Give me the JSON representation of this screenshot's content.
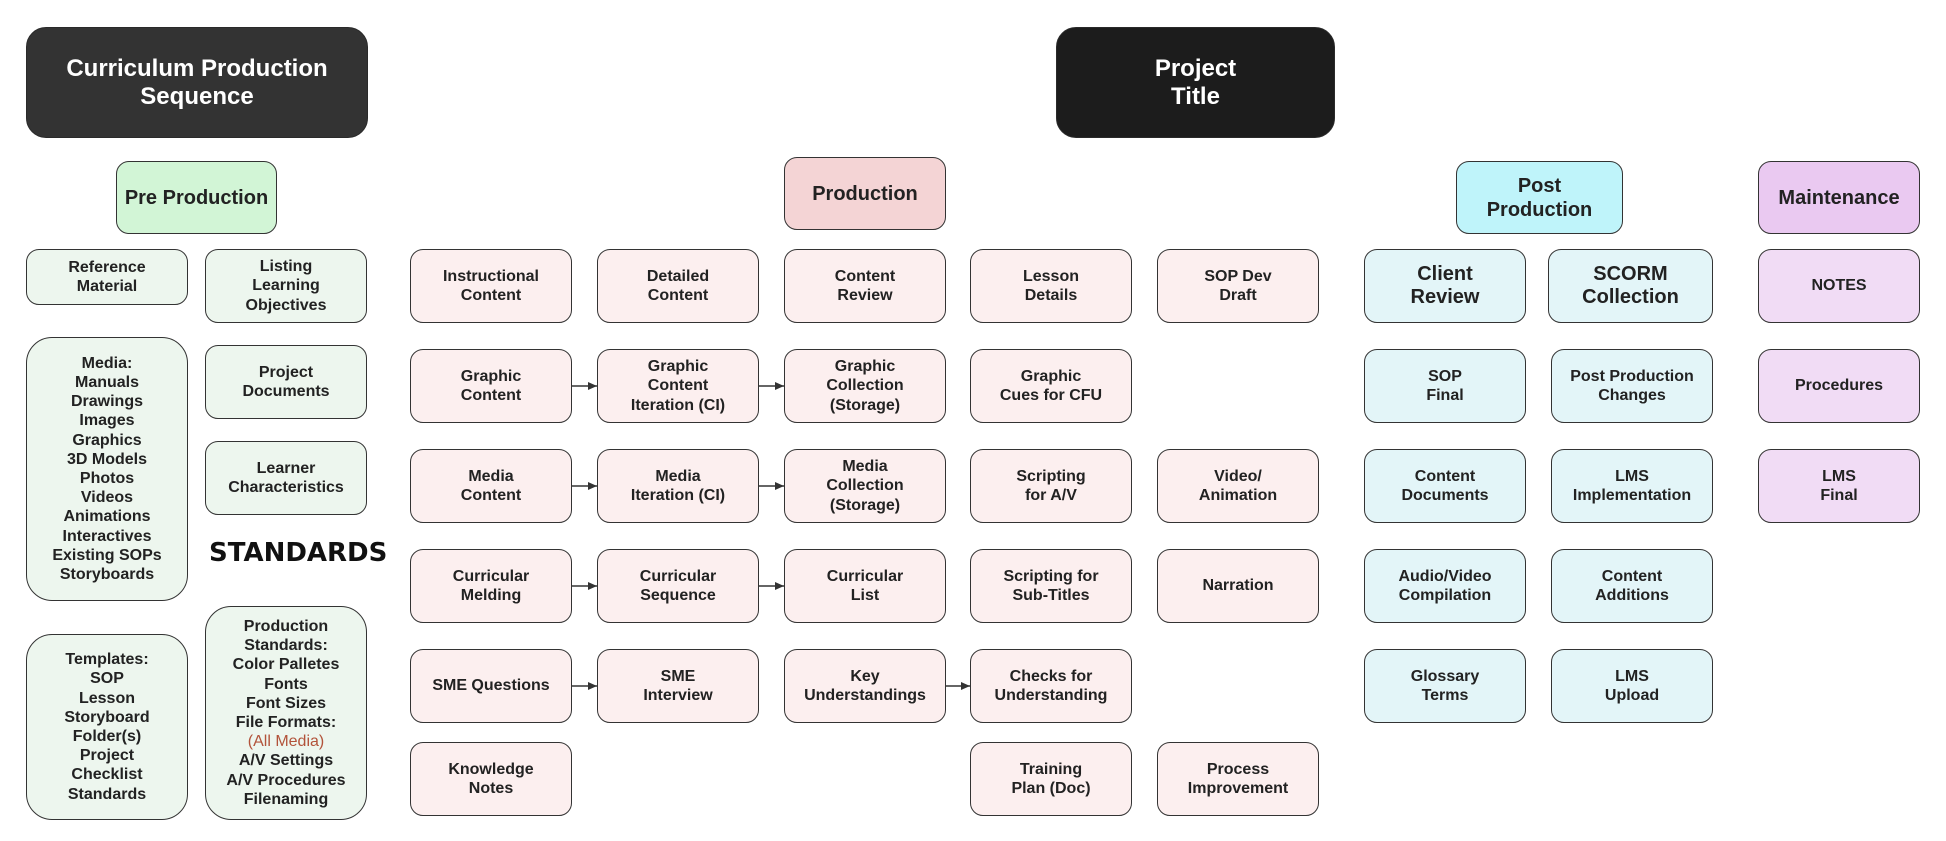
{
  "titles": {
    "curriculum": "Curriculum Production\nSequence",
    "project": "Project\nTitle"
  },
  "headers": {
    "pre": "Pre Production",
    "production": "Production",
    "post": "Post\nProduction",
    "maintenance": "Maintenance"
  },
  "pre": {
    "reference": "Reference\nMaterial",
    "listing": "Listing\nLearning\nObjectives",
    "media": "Media:\nManuals\nDrawings\nImages\nGraphics\n3D Models\nPhotos\nVideos\nAnimations\nInteractives\nExisting SOPs\nStoryboards",
    "project_docs": "Project\nDocuments",
    "learner": "Learner\nCharacteristics",
    "standards_label": "STANDARDS",
    "templates": "Templates:\nSOP\nLesson\nStoryboard\nFolder(s)\nProject\nChecklist\nStandards",
    "prod_standards_top": "Production\nStandards:\nColor Palletes\nFonts\nFont Sizes\nFile Formats:",
    "prod_standards_red": "(All Media)",
    "prod_standards_bottom": "A/V Settings\nA/V Procedures\nFilenaming"
  },
  "production": {
    "instructional": "Instructional\nContent",
    "detailed": "Detailed\nContent",
    "content_review": "Content\nReview",
    "lesson_details": "Lesson\nDetails",
    "sop_dev": "SOP Dev\nDraft",
    "graphic_content": "Graphic\nContent",
    "graphic_iteration": "Graphic\nContent\nIteration (CI)",
    "graphic_collection": "Graphic\nCollection\n(Storage)",
    "graphic_cues": "Graphic\nCues for CFU",
    "media_content": "Media\nContent",
    "media_iteration": "Media\nIteration (CI)",
    "media_collection": "Media\nCollection\n(Storage)",
    "scripting_av": "Scripting\nfor A/V",
    "video_animation": "Video/\nAnimation",
    "curricular_melding": "Curricular\nMelding",
    "curricular_sequence": "Curricular\nSequence",
    "curricular_list": "Curricular\nList",
    "scripting_sub": "Scripting for\nSub-Titles",
    "narration": "Narration",
    "sme_questions": "SME Questions",
    "sme_interview": "SME\nInterview",
    "key_understandings": "Key\nUnderstandings",
    "checks": "Checks for\nUnderstanding",
    "knowledge_notes": "Knowledge\nNotes",
    "training_plan": "Training\nPlan (Doc)",
    "process_improvement": "Process\nImprovement"
  },
  "post": {
    "client_review": "Client\nReview",
    "scorm": "SCORM\nCollection",
    "sop_final": "SOP\nFinal",
    "post_changes": "Post Production\nChanges",
    "content_docs": "Content\nDocuments",
    "lms_impl": "LMS\nImplementation",
    "av_compilation": "Audio/Video\nCompilation",
    "content_additions": "Content\nAdditions",
    "glossary": "Glossary\nTerms",
    "lms_upload": "LMS\nUpload"
  },
  "maintenance": {
    "notes": "NOTES",
    "procedures": "Procedures",
    "lms_final": "LMS\nFinal"
  },
  "colors": {
    "title_bg": "#333333",
    "pre_fill": "#edf6ee",
    "production_fill": "#fcefef",
    "post_fill": "#e3f5f8",
    "maintenance_fill": "#f1dcf5",
    "accent_red": "#b2533a"
  },
  "icons": [
    "arrow-right-connector"
  ]
}
